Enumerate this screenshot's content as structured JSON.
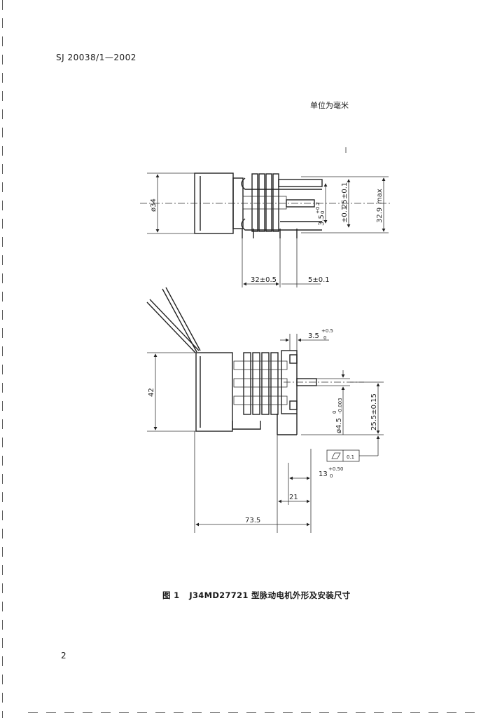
{
  "header": {
    "standard_number": "SJ 20038/1—2002",
    "unit_note": "单位为毫米"
  },
  "drawing": {
    "dims": {
      "d34": "ø34",
      "tol_01a": "±0.1",
      "d25": "25",
      "tol_01b": "±0.1",
      "d35": "3.5",
      "sup_02": "+0.2",
      "sub_0a": "0",
      "d329": "32.9",
      "max": "max",
      "d32": "32±0.5",
      "d5": "5±0.1",
      "d35b": "3.5",
      "sup_05": "+0.5",
      "sub_0b": "0",
      "d42": "42",
      "d45": "ø4.5",
      "sub_003": "-0.003",
      "sup_0c": "0",
      "d255": "25.5±0.15",
      "frame": "0.1",
      "d13": "13",
      "sup_050": "+0.50",
      "sub_0d": "0",
      "d21": "21",
      "d735": "73.5"
    }
  },
  "caption": {
    "figure_no": "图 1",
    "text": "J34MD27721 型脉动电机外形及安装尺寸"
  },
  "footer": {
    "page_number": "2"
  }
}
